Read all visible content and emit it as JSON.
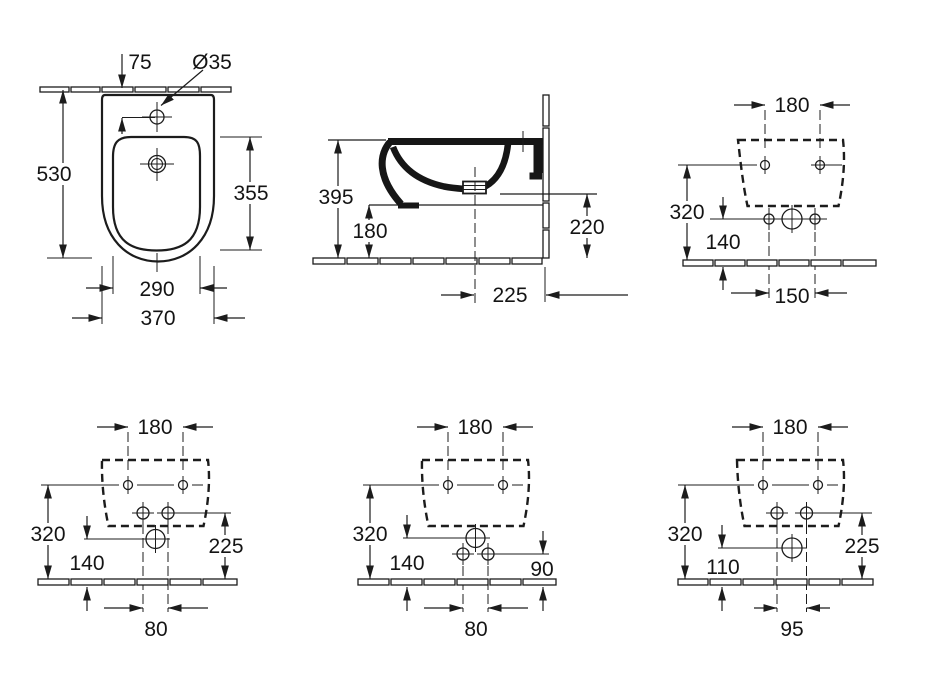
{
  "drawing": {
    "type": "technical-installation-drawing",
    "subject": "wall-hung bidet dimensions (mm)",
    "line_color": "#1c1c1c",
    "background": "#ffffff"
  },
  "views": {
    "plan": {
      "name": "top view",
      "wall_offset": "75",
      "tap_hole_dia": "Ø35",
      "depth": "530",
      "bowl_depth": "355",
      "bowl_width": "290",
      "width": "370"
    },
    "side": {
      "name": "side section view",
      "rim_height": "395",
      "underside_height": "180",
      "outlet_height": "220",
      "drain_to_wall": "225"
    },
    "rear_a": {
      "name": "rear view - outlet row",
      "fixing_spacing": "180",
      "fixing_height": "320",
      "drain_height": "140",
      "outlet_spacing": "150"
    },
    "rear_b": {
      "name": "rear view - supply above drain",
      "fixing_spacing": "180",
      "fixing_height": "320",
      "drain_height": "140",
      "supply_height": "225",
      "supply_spacing": "80"
    },
    "rear_c": {
      "name": "rear view - supply below drain",
      "fixing_spacing": "180",
      "fixing_height": "320",
      "drain_height": "140",
      "supply_height": "90",
      "supply_spacing": "80"
    },
    "rear_d": {
      "name": "rear view - wide supply",
      "fixing_spacing": "180",
      "fixing_height": "320",
      "drain_height": "110",
      "supply_height": "225",
      "supply_spacing": "95"
    }
  }
}
